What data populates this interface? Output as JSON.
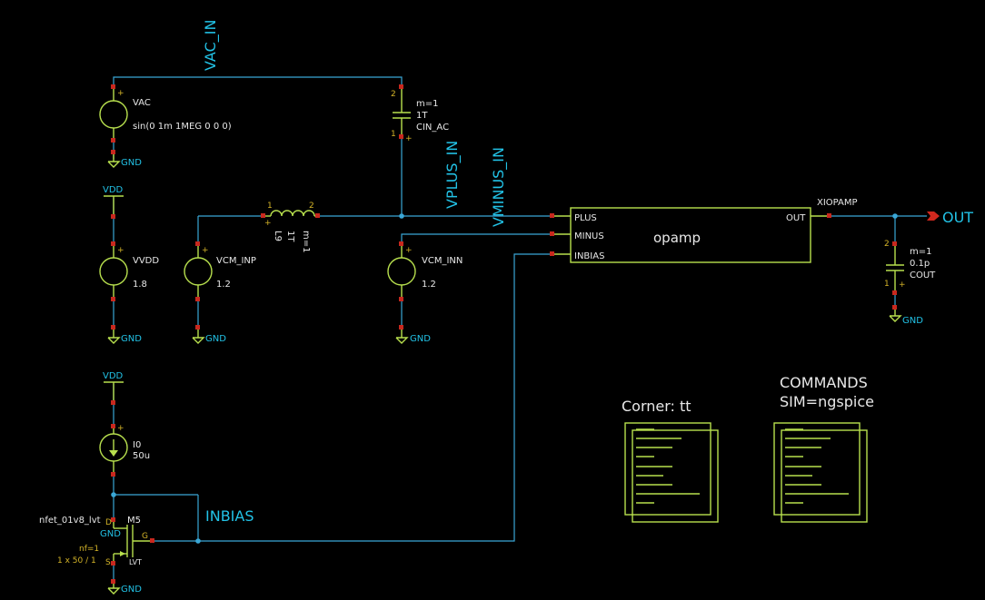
{
  "nets": {
    "vac_in": "VAC_IN",
    "vplus_in": "VPLUS_IN",
    "vminus_in": "VMINUS_IN",
    "inbias": "INBIAS",
    "out": "OUT",
    "xiopamp": "XIOPAMP"
  },
  "supplies": {
    "gnd": "GND",
    "vdd": "VDD"
  },
  "vac": {
    "name": "VAC",
    "value": "sin(0 1m 1MEG 0 0 0)"
  },
  "vvdd": {
    "name": "VVDD",
    "value": "1.8"
  },
  "vcm_inp": {
    "name": "VCM_INP",
    "value": "1.2"
  },
  "vcm_inn": {
    "name": "VCM_INN",
    "value": "1.2"
  },
  "cin": {
    "m": "m=1",
    "value": "1T",
    "name": "CIN_AC",
    "pin_top": "2",
    "pin_bot": "1"
  },
  "l9": {
    "name": "L9",
    "value": "1T",
    "m": "m=1",
    "pin1": "1",
    "pin2": "2"
  },
  "cout": {
    "m": "m=1",
    "value": "0.1p",
    "name": "COUT",
    "pin_top": "2",
    "pin_bot": "1"
  },
  "i0": {
    "name": "I0",
    "value": "50u"
  },
  "m5": {
    "model": "nfet_01v8_lvt",
    "name": "M5",
    "nf": "nf=1",
    "size": "1 x 50 / 1",
    "pin_g": "G",
    "pin_d": "D",
    "pin_s": "S",
    "tag": "LVT"
  },
  "opamp": {
    "name": "opamp",
    "plus": "PLUS",
    "minus": "MINUS",
    "inbias": "INBIAS",
    "out": "OUT"
  },
  "corner": {
    "label": "Corner: tt"
  },
  "commands": {
    "line1": "COMMANDS",
    "line2": "SIM=ngspice"
  },
  "pol": {
    "plus": "+",
    "minus": "-"
  }
}
